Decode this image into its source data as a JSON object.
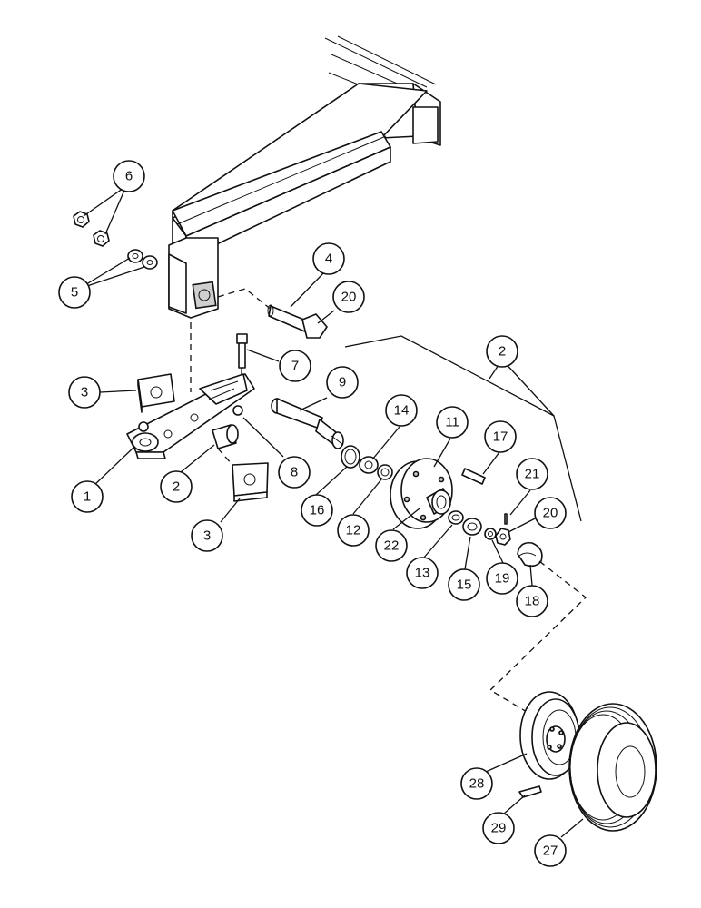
{
  "callouts": [
    {
      "id": "c6",
      "text": "6"
    },
    {
      "id": "c5",
      "text": "5"
    },
    {
      "id": "c4",
      "text": "4"
    },
    {
      "id": "c20a",
      "text": "20"
    },
    {
      "id": "c7",
      "text": "7"
    },
    {
      "id": "c2a",
      "text": "2"
    },
    {
      "id": "c3a",
      "text": "3"
    },
    {
      "id": "c9",
      "text": "9"
    },
    {
      "id": "c14",
      "text": "14"
    },
    {
      "id": "c11",
      "text": "11"
    },
    {
      "id": "c17",
      "text": "17"
    },
    {
      "id": "c21",
      "text": "21"
    },
    {
      "id": "c20b",
      "text": "20"
    },
    {
      "id": "c1",
      "text": "1"
    },
    {
      "id": "c2b",
      "text": "2"
    },
    {
      "id": "c8",
      "text": "8"
    },
    {
      "id": "c16",
      "text": "16"
    },
    {
      "id": "c12",
      "text": "12"
    },
    {
      "id": "c22",
      "text": "22"
    },
    {
      "id": "c13",
      "text": "13"
    },
    {
      "id": "c15",
      "text": "15"
    },
    {
      "id": "c19",
      "text": "19"
    },
    {
      "id": "c18",
      "text": "18"
    },
    {
      "id": "c3b",
      "text": "3"
    },
    {
      "id": "c28",
      "text": "28"
    },
    {
      "id": "c29",
      "text": "29"
    },
    {
      "id": "c27",
      "text": "27"
    }
  ]
}
